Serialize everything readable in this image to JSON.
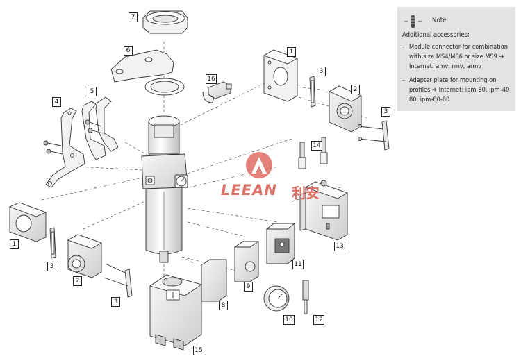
{
  "callouts": {
    "c1_top": "1",
    "c1_left": "1",
    "c2_right": "2",
    "c2_left": "2",
    "c3_a": "3",
    "c3_b": "3",
    "c3_c": "3",
    "c3_d": "3",
    "c4": "4",
    "c5": "5",
    "c6": "6",
    "c7": "7",
    "c8": "8",
    "c9": "9",
    "c10": "10",
    "c11": "11",
    "c12": "12",
    "c13": "13",
    "c14": "14",
    "c15": "15",
    "c16": "16"
  },
  "note": {
    "title": "Note",
    "subtitle": "Additional accessories:",
    "item1": "Module connector for combination with size MS4/MS6 or size MS9 ➔ Internet: amv, rmv, armv",
    "item2": "Adapter plate for mounting on profiles ➔ Internet: ipm-80, ipm-40-80, ipm-80-80",
    "dash": "–"
  },
  "watermark": {
    "latin": "LEEAN",
    "chinese": "利安",
    "color": "#d8584d"
  },
  "colors": {
    "line": "#333333",
    "fill": "#f2f2f2",
    "dark": "#cfcfcf",
    "note_bg": "#e3e3e3"
  }
}
